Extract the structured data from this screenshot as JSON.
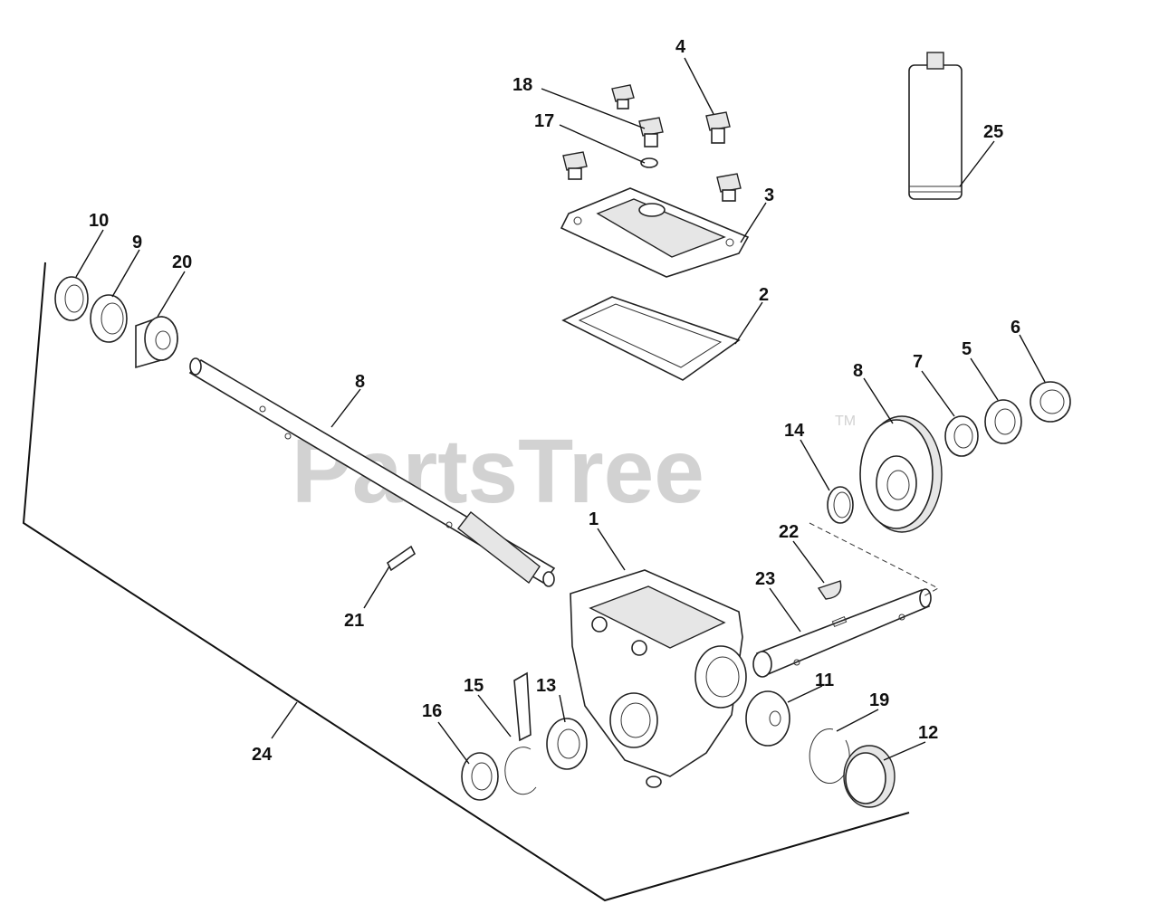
{
  "watermark": {
    "text": "PartsTree",
    "tm": "TM"
  },
  "callouts": {
    "c1": "1",
    "c2": "2",
    "c3": "3",
    "c4": "4",
    "c5": "5",
    "c6": "6",
    "c7": "7",
    "c8a": "8",
    "c8b": "8",
    "c9": "9",
    "c10": "10",
    "c11": "11",
    "c12": "12",
    "c13": "13",
    "c14": "14",
    "c15": "15",
    "c16": "16",
    "c17": "17",
    "c18": "18",
    "c19": "19",
    "c20": "20",
    "c21": "21",
    "c22": "22",
    "c23": "23",
    "c24": "24",
    "c25": "25"
  }
}
